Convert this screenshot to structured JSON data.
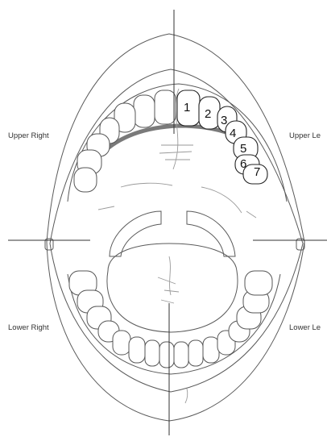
{
  "diagram": {
    "quadrant_labels": {
      "upper_right": "Upper Right",
      "upper_left": "Upper Le",
      "lower_right": "Lower Right",
      "lower_left": "Lower Le"
    },
    "tooth_numbers": [
      "1",
      "2",
      "3",
      "4",
      "5",
      "6",
      "7"
    ],
    "colors": {
      "outline": "#5a5a5a",
      "gum_line": "#7a7a7a",
      "text": "#333333"
    }
  }
}
